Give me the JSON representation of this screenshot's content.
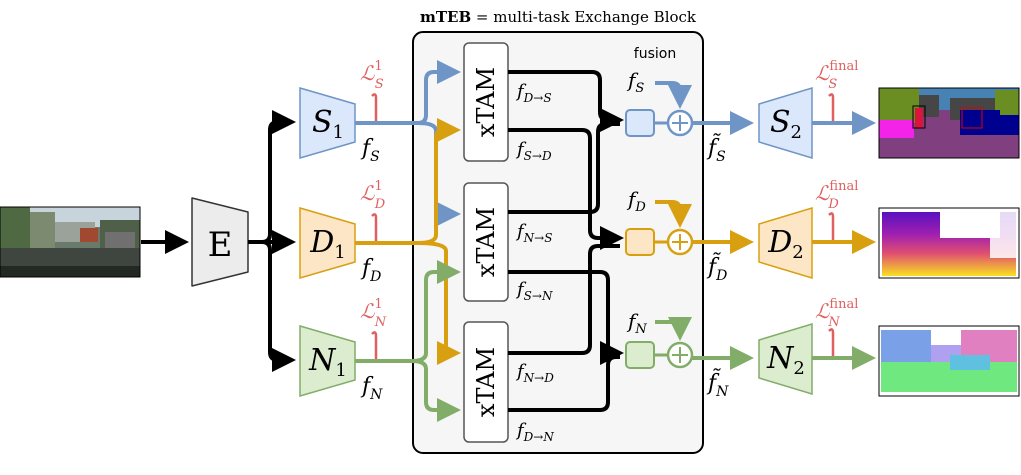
{
  "title": {
    "bold": "mTEB",
    "rest": " = multi-task Exchange Block"
  },
  "fusion_label": "fusion",
  "encoder": {
    "label": "E"
  },
  "decoders_stage1": {
    "S": {
      "main": "S",
      "sub": "1"
    },
    "D": {
      "main": "D",
      "sub": "1"
    },
    "N": {
      "main": "N",
      "sub": "1"
    }
  },
  "decoders_stage2": {
    "S": {
      "main": "S",
      "sub": "2"
    },
    "D": {
      "main": "D",
      "sub": "2"
    },
    "N": {
      "main": "N",
      "sub": "2"
    }
  },
  "features": {
    "S": {
      "main": "f",
      "sub": "S"
    },
    "D": {
      "main": "f",
      "sub": "D"
    },
    "N": {
      "main": "f",
      "sub": "N"
    }
  },
  "losses_stage1": {
    "S": {
      "main": "ℒ",
      "sup": "1",
      "sub": "S"
    },
    "D": {
      "main": "ℒ",
      "sup": "1",
      "sub": "D"
    },
    "N": {
      "main": "ℒ",
      "sup": "1",
      "sub": "N"
    }
  },
  "losses_final": {
    "S": {
      "main": "ℒ",
      "sup": "final",
      "sub": "S"
    },
    "D": {
      "main": "ℒ",
      "sup": "final",
      "sub": "D"
    },
    "N": {
      "main": "ℒ",
      "sup": "final",
      "sub": "N"
    }
  },
  "xtam_label": "xTAM",
  "cross_features": {
    "D_to_S": {
      "main": "f",
      "sub": "D→S"
    },
    "S_to_D": {
      "main": "f",
      "sub": "S→D"
    },
    "N_to_S": {
      "main": "f",
      "sub": "N→S"
    },
    "S_to_N": {
      "main": "f",
      "sub": "S→N"
    },
    "N_to_D": {
      "main": "f",
      "sub": "N→D"
    },
    "D_to_N": {
      "main": "f",
      "sub": "D→N"
    }
  },
  "fusion_inputs": {
    "S": {
      "main": "f",
      "sub": "S"
    },
    "D": {
      "main": "f",
      "sub": "D"
    },
    "N": {
      "main": "f",
      "sub": "N"
    }
  },
  "fused_outputs": {
    "S": {
      "main": "f̃",
      "sub": "S"
    },
    "D": {
      "main": "f̃",
      "sub": "D"
    },
    "N": {
      "main": "f̃",
      "sub": "N"
    }
  },
  "colors": {
    "seg": "#6f95c6",
    "depth": "#d8a010",
    "normal": "#82ad68",
    "loss": "#e06060",
    "seg_fill": "#dbe7fa",
    "depth_fill": "#fde6c6",
    "normal_fill": "#dceccf",
    "block_fill": "#f6f6f6",
    "encoder_fill": "#ececec"
  }
}
